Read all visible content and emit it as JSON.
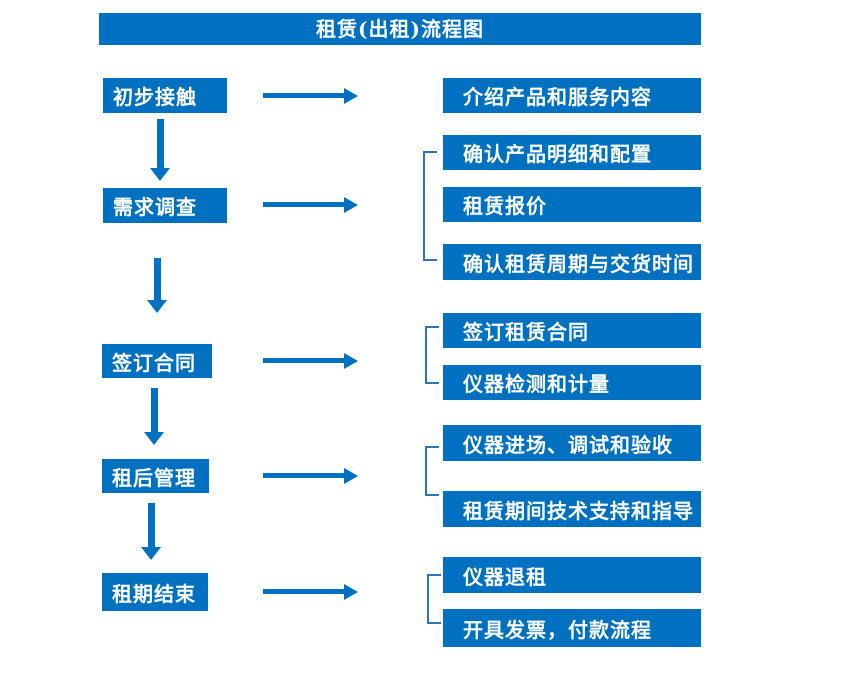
{
  "title": "租赁(出租)流程图",
  "colors": {
    "box_blue": "#0070C0",
    "bracket_blue": "#2E75B6",
    "text_white": "#ffffff",
    "background": "#ffffff"
  },
  "flow": {
    "steps": [
      {
        "label": "初步接触",
        "details": [
          "介绍产品和服务内容"
        ]
      },
      {
        "label": "需求调查",
        "details": [
          "确认产品明细和配置",
          "租赁报价",
          "确认租赁周期与交货时间"
        ]
      },
      {
        "label": "签订合同",
        "details": [
          "签订租赁合同",
          "仪器检测和计量"
        ]
      },
      {
        "label": "租后管理",
        "details": [
          "仪器进场、调试和验收",
          "租赁期间技术支持和指导"
        ]
      },
      {
        "label": "租期结束",
        "details": [
          "仪器退租",
          "开具发票，付款流程"
        ]
      }
    ]
  }
}
